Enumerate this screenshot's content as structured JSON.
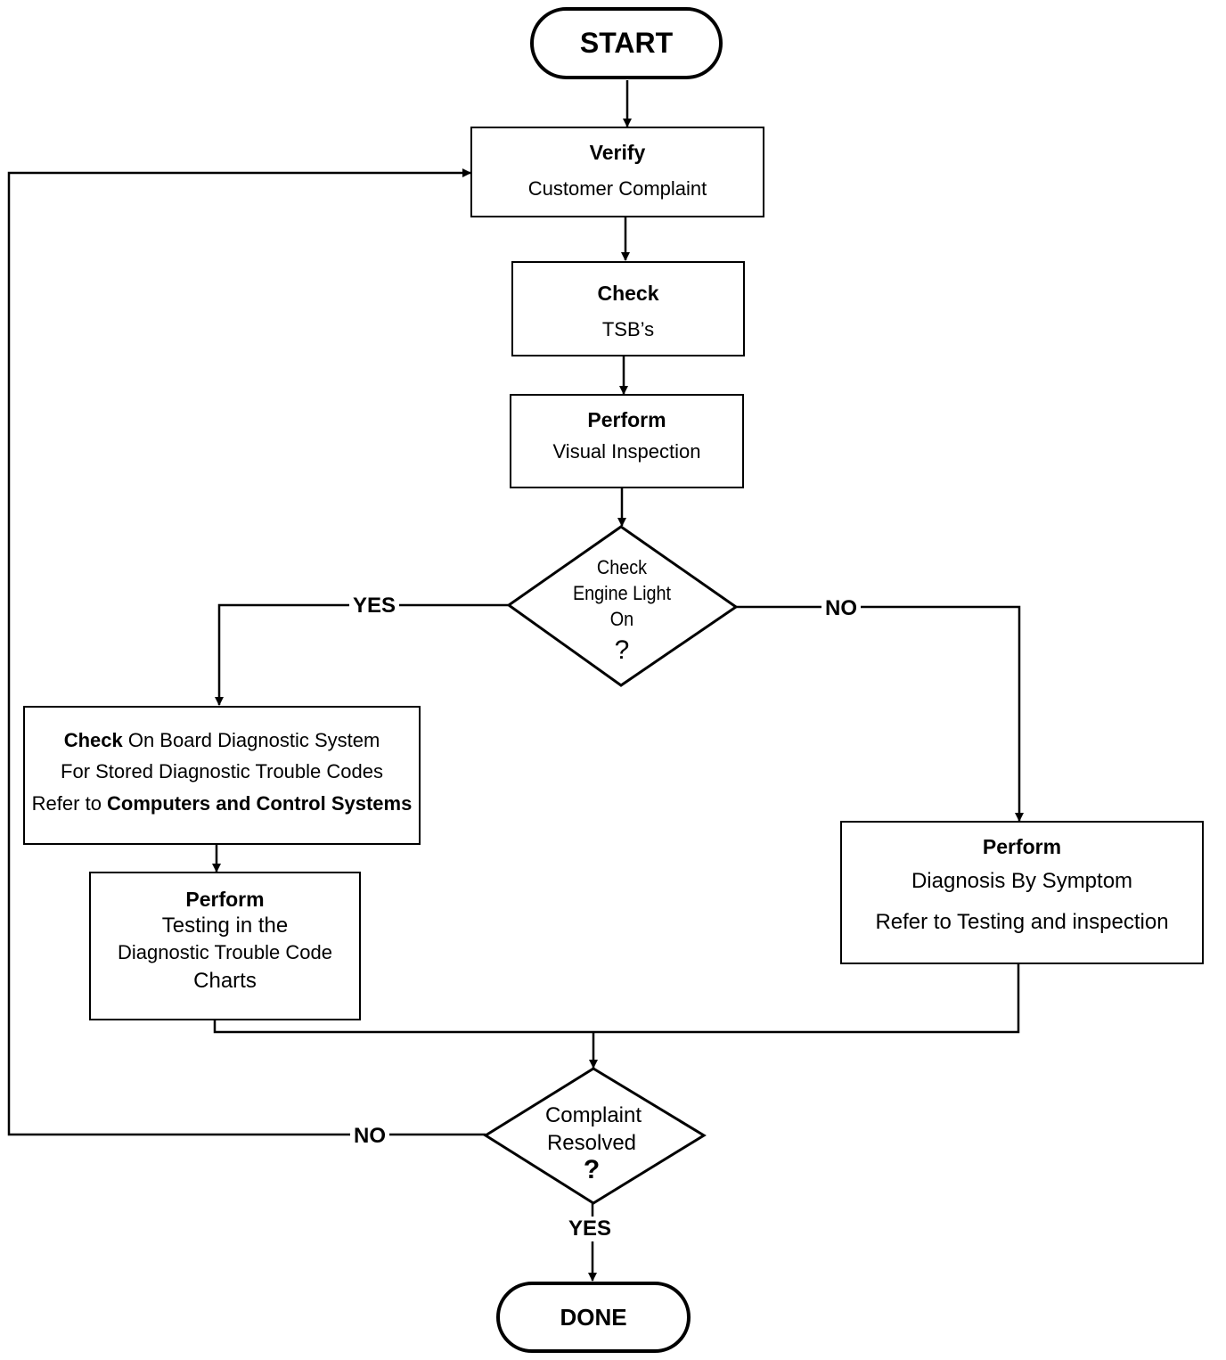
{
  "start": {
    "label": "START"
  },
  "verify": {
    "title": "Verify",
    "text": "Customer Complaint"
  },
  "check_tsb": {
    "title": "Check",
    "text": "TSB’s"
  },
  "visual": {
    "title": "Perform",
    "text": "Visual Inspection"
  },
  "decision1": {
    "line1": "Check",
    "line2": "Engine Light",
    "line3": "On",
    "q": "?",
    "yes": "YES",
    "no": "NO"
  },
  "obd": {
    "l1_bold": "Check",
    "l1_rest": " On Board Diagnostic System",
    "l2": "For Stored Diagnostic Trouble Codes",
    "l3_pre": "Refer to ",
    "l3_bold": "Computers and Control Systems"
  },
  "dtc": {
    "title": "Perform",
    "l1": "Testing in the",
    "l2": "Diagnostic Trouble Code",
    "l3": "Charts"
  },
  "symptom": {
    "title": "Perform",
    "l1": "Diagnosis By Symptom",
    "l2": "Refer to Testing and inspection"
  },
  "decision2": {
    "line1": "Complaint",
    "line2": "Resolved",
    "q": "?",
    "yes": "YES",
    "no": "NO"
  },
  "done": {
    "label": "DONE"
  }
}
